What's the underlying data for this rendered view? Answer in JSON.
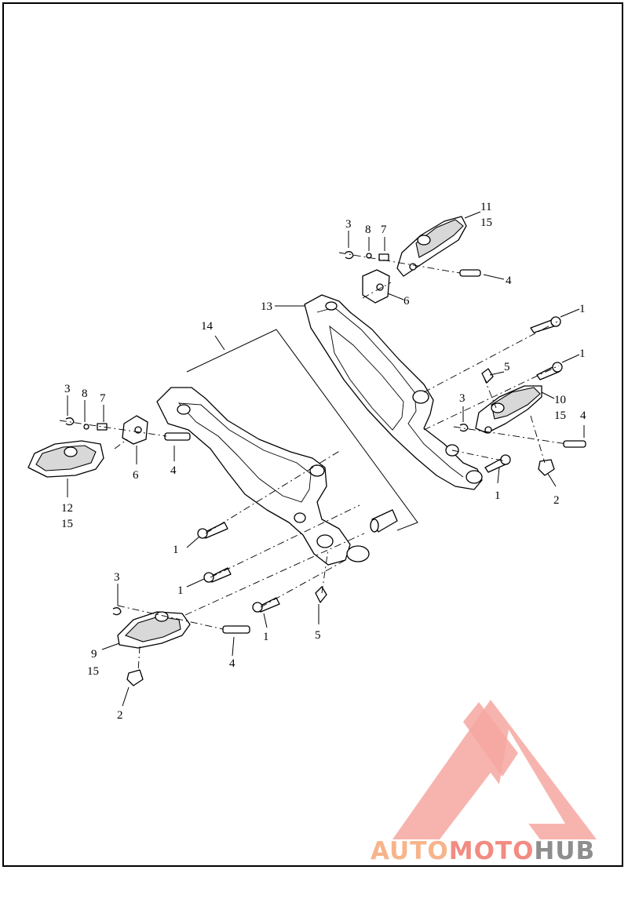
{
  "callouts": {
    "c1a": "1",
    "c1b": "1",
    "c1c": "1",
    "c1d": "1",
    "c1e": "1",
    "c1f": "1",
    "c2a": "2",
    "c2b": "2",
    "c3a": "3",
    "c3b": "3",
    "c3c": "3",
    "c3d": "3",
    "c4a": "4",
    "c4b": "4",
    "c4c": "4",
    "c4d": "4",
    "c5a": "5",
    "c5b": "5",
    "c6a": "6",
    "c6b": "6",
    "c7a": "7",
    "c7b": "7",
    "c8a": "8",
    "c8b": "8",
    "c9": "9",
    "c10": "10",
    "c11": "11",
    "c12": "12",
    "c13": "13",
    "c14": "14",
    "c15a": "15",
    "c15b": "15",
    "c15c": "15",
    "c15d": "15"
  },
  "watermark": {
    "part1": "AUTO",
    "part2": "MOTO",
    "part3": "HUB",
    "color_light": "#f7b48a",
    "color_main": "#f28b82",
    "color_dark": "#8e8e8e"
  }
}
